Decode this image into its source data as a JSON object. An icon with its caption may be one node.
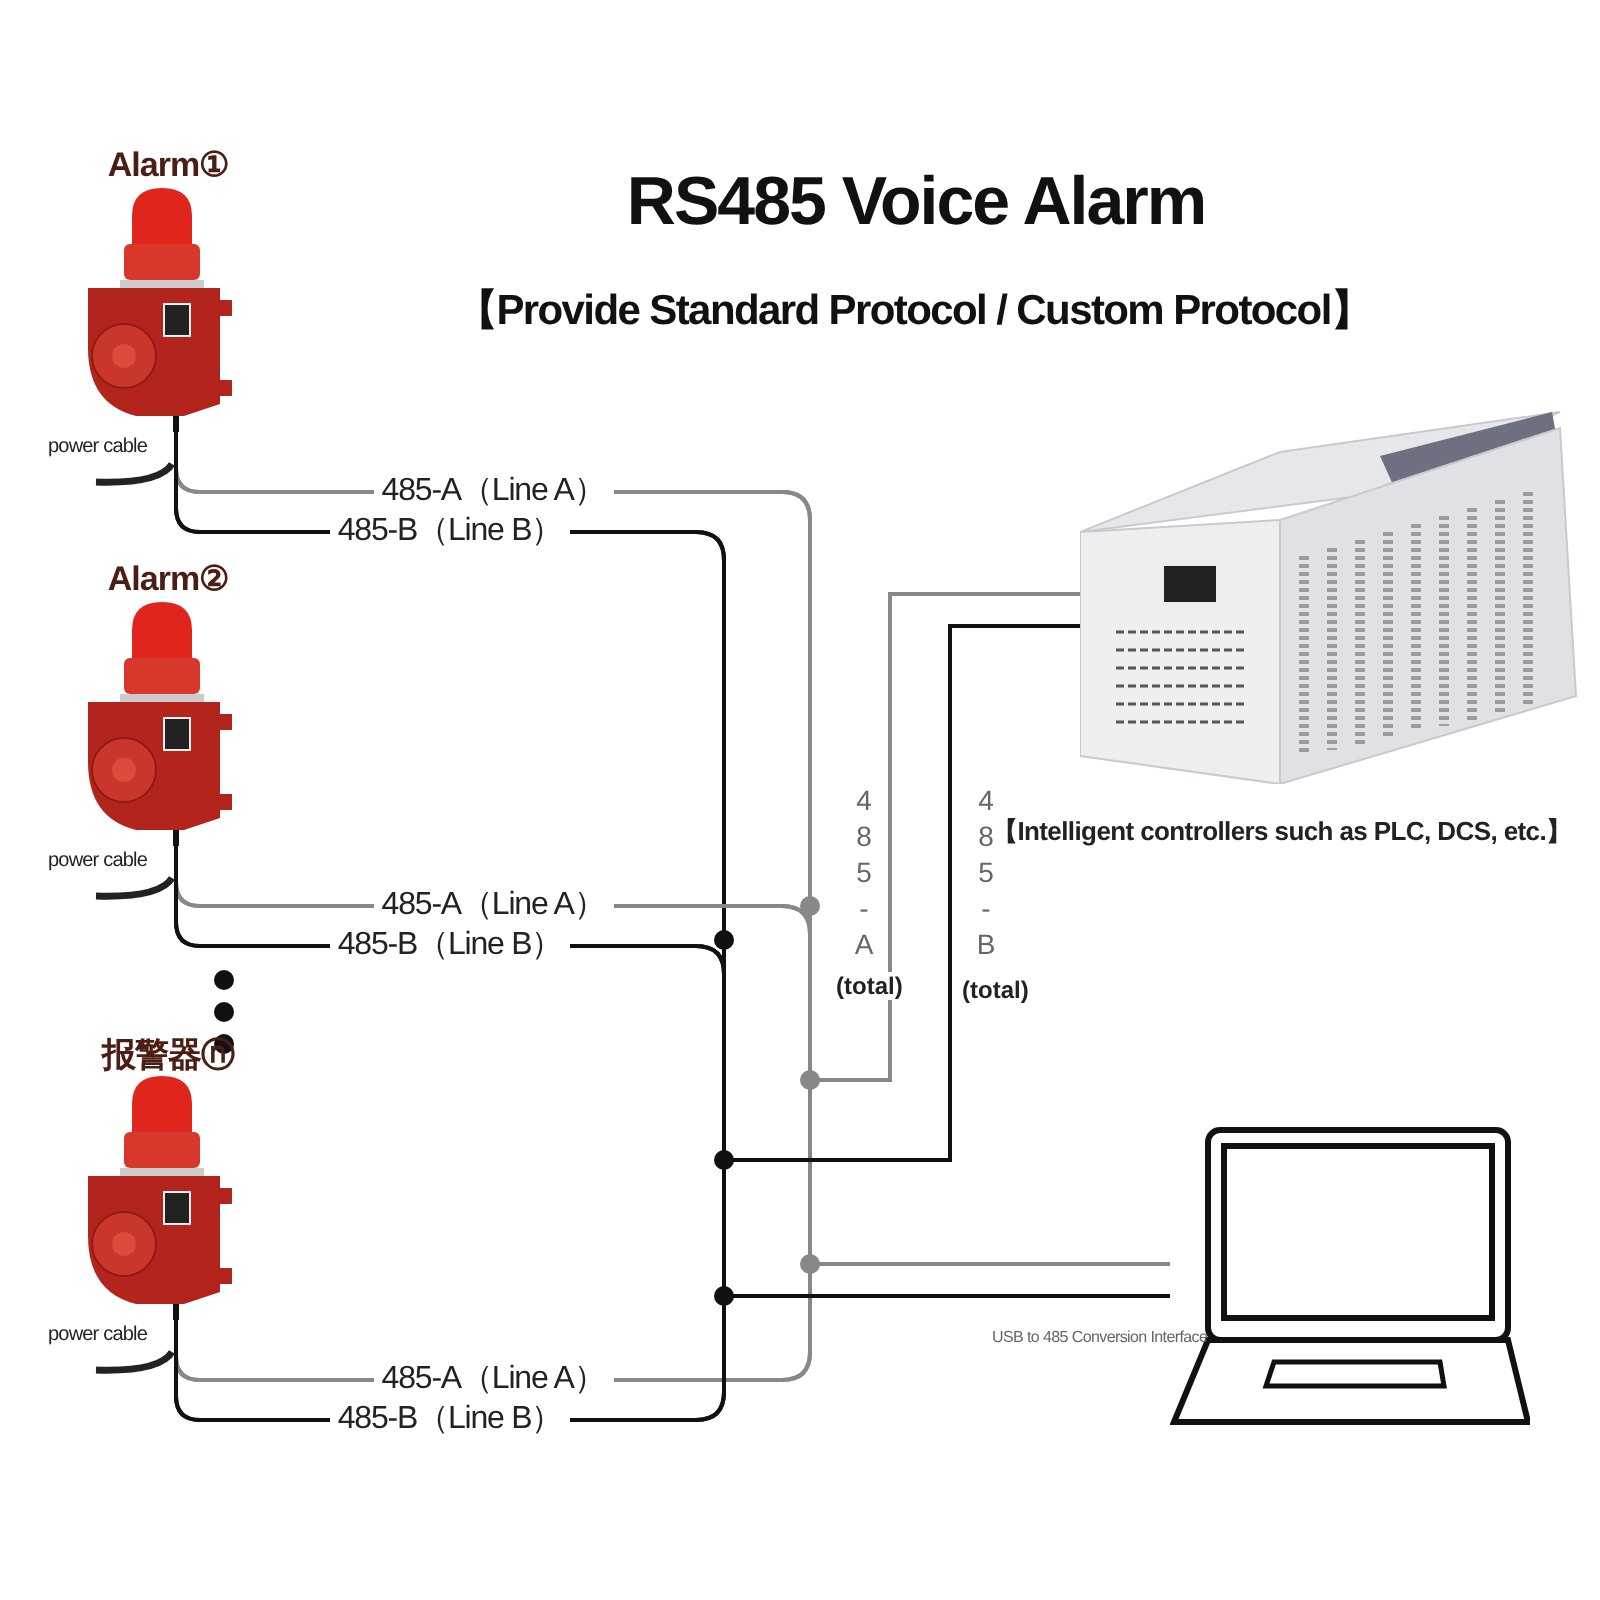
{
  "diagram": {
    "title": "RS485 Voice Alarm",
    "nodes": [
      {
        "text": [
          "Alarm①"
        ],
        "beside": [
          "power cable"
        ]
      },
      {
        "text": [
          "Alarm②"
        ],
        "beside": [
          "power cable"
        ]
      },
      {
        "text": [
          "报警器ⓝ"
        ],
        "beside": [
          "power cable"
        ]
      },
      {
        "text": [],
        "shape": "picture",
        "beside": [
          "【Intelligent controllers such as PLC, DCS, etc.】"
        ]
      },
      {
        "text": [],
        "shape": "picture",
        "beside": [
          "USB to 485 Conversion Interface"
        ]
      }
    ],
    "edges": [
      {
        "from": 0,
        "to": 3,
        "arrow": "none",
        "label": "485-A（Line A）",
        "color": "#888888"
      },
      {
        "from": 0,
        "to": 4,
        "arrow": "none",
        "color": "#888888"
      },
      {
        "from": 0,
        "to": 3,
        "arrow": "none",
        "label": "485-B（Line B）",
        "color": "#111111"
      },
      {
        "from": 0,
        "to": 4,
        "arrow": "none",
        "color": "#111111"
      },
      {
        "from": 1,
        "to": 3,
        "arrow": "none",
        "label": "485-A（Line A）",
        "color": "#888888"
      },
      {
        "from": 1,
        "to": 4,
        "arrow": "none",
        "color": "#888888"
      },
      {
        "from": 1,
        "to": 3,
        "arrow": "none",
        "label": "485-B（Line B）",
        "color": "#111111"
      },
      {
        "from": 1,
        "to": 4,
        "arrow": "none",
        "color": "#111111"
      },
      {
        "from": 2,
        "to": 3,
        "arrow": "none",
        "label": "485-A（Line A）",
        "color": "#888888"
      },
      {
        "from": 2,
        "to": 4,
        "arrow": "none",
        "color": "#888888"
      },
      {
        "from": 2,
        "to": 3,
        "arrow": "none",
        "label": "485-B（Line B）",
        "color": "#111111"
      },
      {
        "from": 2,
        "to": 4,
        "arrow": "none",
        "color": "#111111"
      }
    ],
    "labels": [
      "【Provide Standard Protocol / Custom Protocol】",
      "485-A",
      "(total)",
      "485-B",
      "(total)"
    ]
  }
}
